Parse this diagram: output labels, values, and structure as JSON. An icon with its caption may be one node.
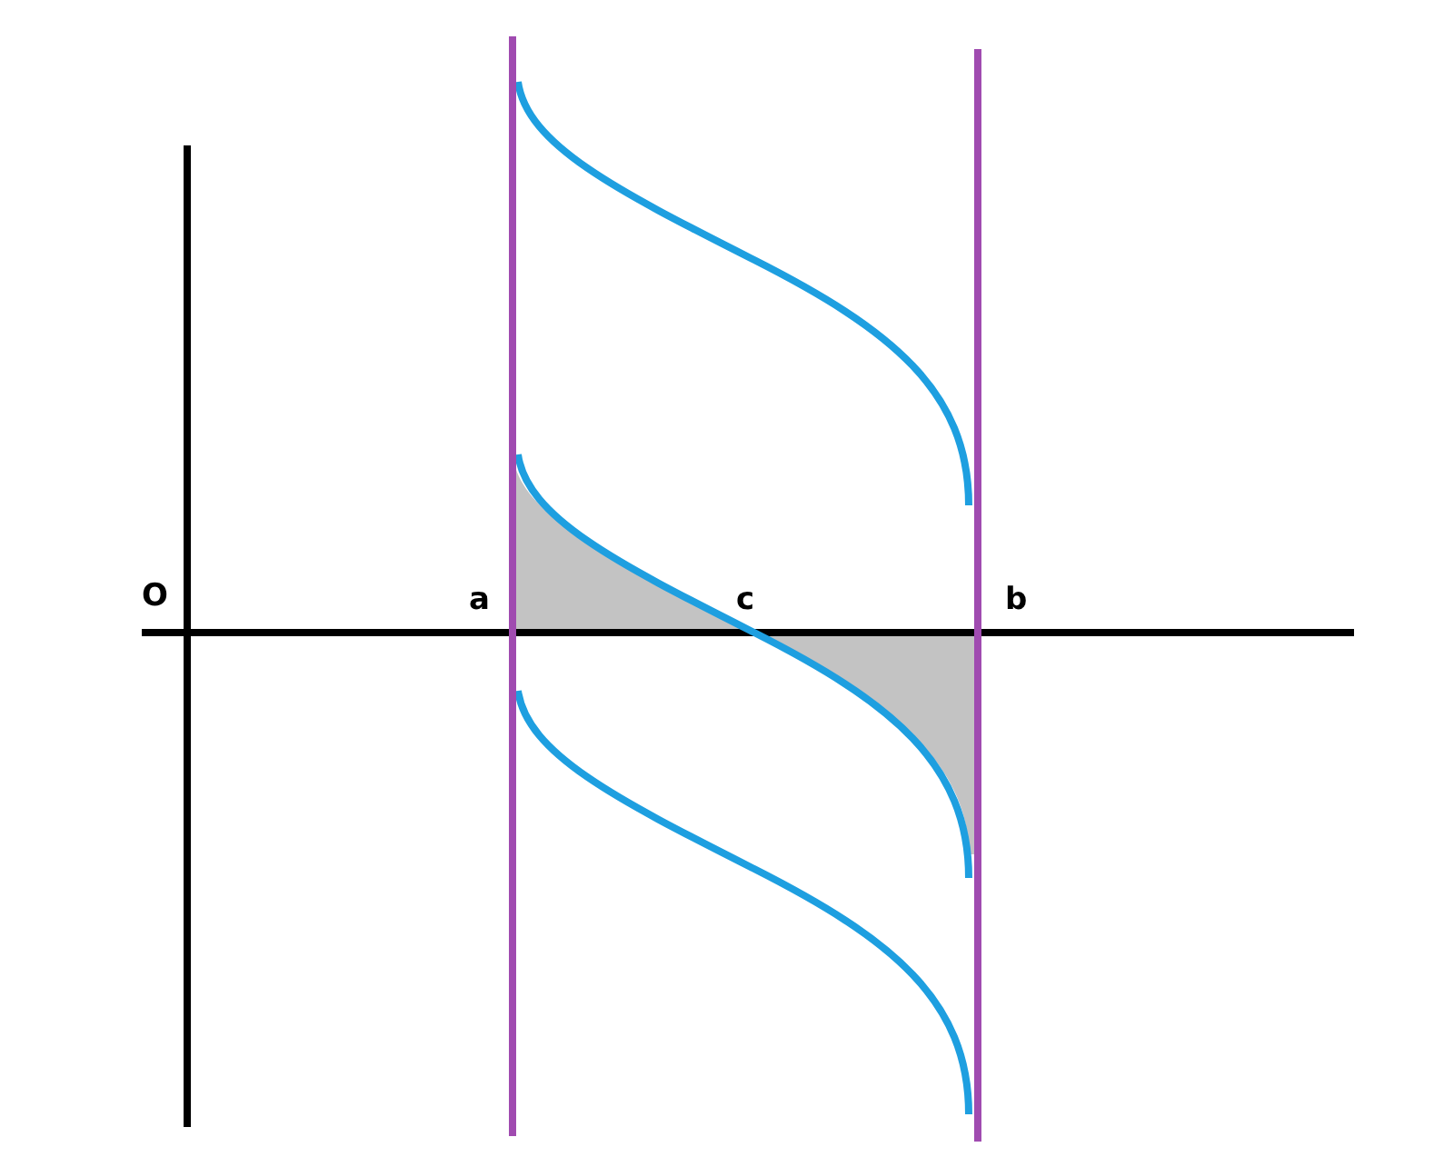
{
  "diagram": {
    "labels": [
      "O",
      "a",
      "c",
      "b"
    ]
  }
}
